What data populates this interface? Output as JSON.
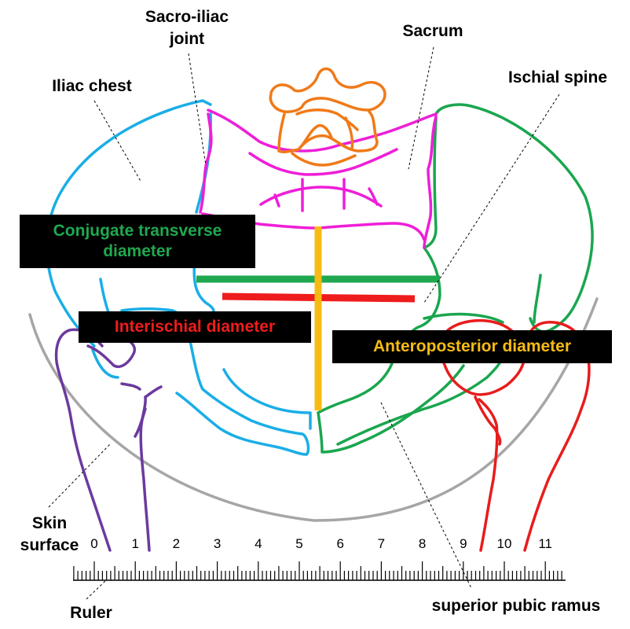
{
  "labels": {
    "sacroiliac_line1": "Sacro-iliac",
    "sacroiliac_line2": "joint",
    "sacrum": "Sacrum",
    "iliac_chest": "Iliac chest",
    "ischial_spine": "Ischial spine",
    "skin_line1": "Skin",
    "skin_line2": "surface",
    "ruler": "Ruler",
    "superior_pubic_ramus": "superior pubic ramus"
  },
  "diameters": {
    "conjugate_line1": "Conjugate transverse",
    "conjugate_line2": "diameter",
    "interischial": "Interischial diameter",
    "anteroposterior": "Anteroposterior diameter"
  },
  "ruler": {
    "numbers": [
      "0",
      "1",
      "2",
      "3",
      "4",
      "5",
      "6",
      "7",
      "8",
      "9",
      "10",
      "11"
    ]
  },
  "colors": {
    "ilium_left": "#1aaee6",
    "ilium_right": "#1aa64f",
    "sacrum_outline": "#ef1ed8",
    "vertebra": "#f07a18",
    "femur_left": "#6b3a9e",
    "femur_right": "#e81c1c",
    "skin": "#a6a6a6",
    "conjugate": "#1fa84f",
    "interischial": "#ee1c1c",
    "anteroposterior": "#f7bb14",
    "label_box": "#000000"
  }
}
